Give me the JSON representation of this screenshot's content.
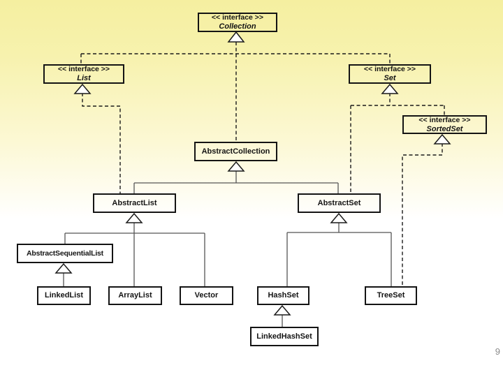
{
  "slide": {
    "page_number": "9"
  },
  "colors": {
    "background_top": "#f5efa0",
    "background_bottom": "#ffffff",
    "box_border": "#141414",
    "dashed_line": "#1a1a1a",
    "solid_line": "#555555",
    "page_number": "#8a8a8a"
  },
  "diagram": {
    "nodes": {
      "collection": {
        "kind": "interface",
        "stereotype": "<< interface >>",
        "name": "Collection"
      },
      "list": {
        "kind": "interface",
        "stereotype": "<< interface >>",
        "name": "List"
      },
      "set": {
        "kind": "interface",
        "stereotype": "<< interface >>",
        "name": "Set"
      },
      "sorted_set": {
        "kind": "interface",
        "stereotype": "<< interface >>",
        "name": "SortedSet"
      },
      "abstract_collection": {
        "kind": "class",
        "name": "AbstractCollection"
      },
      "abstract_list": {
        "kind": "class",
        "name": "AbstractList"
      },
      "abstract_set": {
        "kind": "class",
        "name": "AbstractSet"
      },
      "abstract_sequential_list": {
        "kind": "class",
        "name": "AbstractSequentialList"
      },
      "linked_list": {
        "kind": "class",
        "name": "LinkedList"
      },
      "array_list": {
        "kind": "class",
        "name": "ArrayList"
      },
      "vector": {
        "kind": "class",
        "name": "Vector"
      },
      "hash_set": {
        "kind": "class",
        "name": "HashSet"
      },
      "tree_set": {
        "kind": "class",
        "name": "TreeSet"
      },
      "linked_hash_set": {
        "kind": "class",
        "name": "LinkedHashSet"
      }
    },
    "edges": [
      {
        "from": "List",
        "to": "Collection",
        "style": "dashed-generalization"
      },
      {
        "from": "Set",
        "to": "Collection",
        "style": "dashed-generalization"
      },
      {
        "from": "SortedSet",
        "to": "Set",
        "style": "dashed-generalization"
      },
      {
        "from": "AbstractCollection",
        "to": "Collection",
        "style": "dashed-generalization"
      },
      {
        "from": "AbstractList",
        "to": "List",
        "style": "dashed-generalization"
      },
      {
        "from": "AbstractList",
        "to": "AbstractCollection",
        "style": "solid-generalization"
      },
      {
        "from": "AbstractSet",
        "to": "Set",
        "style": "dashed-generalization"
      },
      {
        "from": "AbstractSet",
        "to": "AbstractCollection",
        "style": "solid-generalization"
      },
      {
        "from": "AbstractSequentialList",
        "to": "AbstractList",
        "style": "solid-generalization"
      },
      {
        "from": "LinkedList",
        "to": "AbstractSequentialList",
        "style": "solid-generalization"
      },
      {
        "from": "ArrayList",
        "to": "AbstractList",
        "style": "solid-generalization"
      },
      {
        "from": "Vector",
        "to": "AbstractList",
        "style": "solid-generalization"
      },
      {
        "from": "HashSet",
        "to": "AbstractSet",
        "style": "solid-generalization"
      },
      {
        "from": "TreeSet",
        "to": "AbstractSet",
        "style": "solid-generalization"
      },
      {
        "from": "TreeSet",
        "to": "SortedSet",
        "style": "dashed-generalization"
      },
      {
        "from": "LinkedHashSet",
        "to": "HashSet",
        "style": "solid-generalization"
      }
    ]
  }
}
